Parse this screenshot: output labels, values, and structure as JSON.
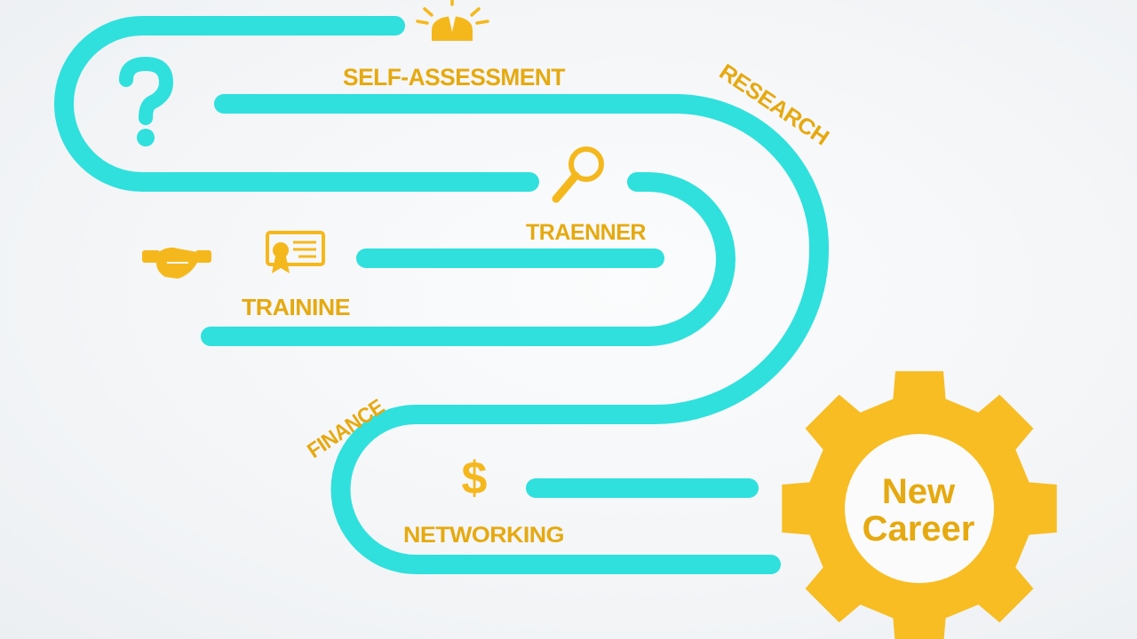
{
  "labels": {
    "self_assessment": "SELF-ASSESSMENT",
    "research": "RESEARCH",
    "traenner": "TRAENNER",
    "trainine": "TRAININE",
    "finance": "FINANCE",
    "networking": "NETWORKING"
  },
  "gear": {
    "line1": "New",
    "line2": "Career"
  },
  "icons": {
    "top": "person-with-tie-icon",
    "question": "question-mark-icon",
    "search": "magnifying-glass-icon",
    "certificate": "certificate-icon",
    "handshake": "handshake-icon",
    "dollar": "dollar-sign-icon",
    "gear": "gear-icon"
  },
  "colors": {
    "path": "#2fe0dd",
    "accent": "#f5b81c",
    "text": "#e6a90f",
    "gear_inner": "#fbfbfb"
  }
}
